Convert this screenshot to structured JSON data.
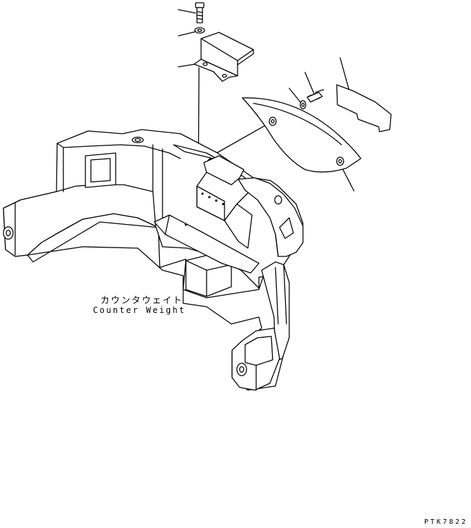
{
  "labels": {
    "counterweight_jp": "カウンタウェイト",
    "counterweight_en": "Counter Weight",
    "drawing_code": "PTK7822"
  },
  "colors": {
    "ink": "#000000",
    "paper": "#ffffff"
  }
}
